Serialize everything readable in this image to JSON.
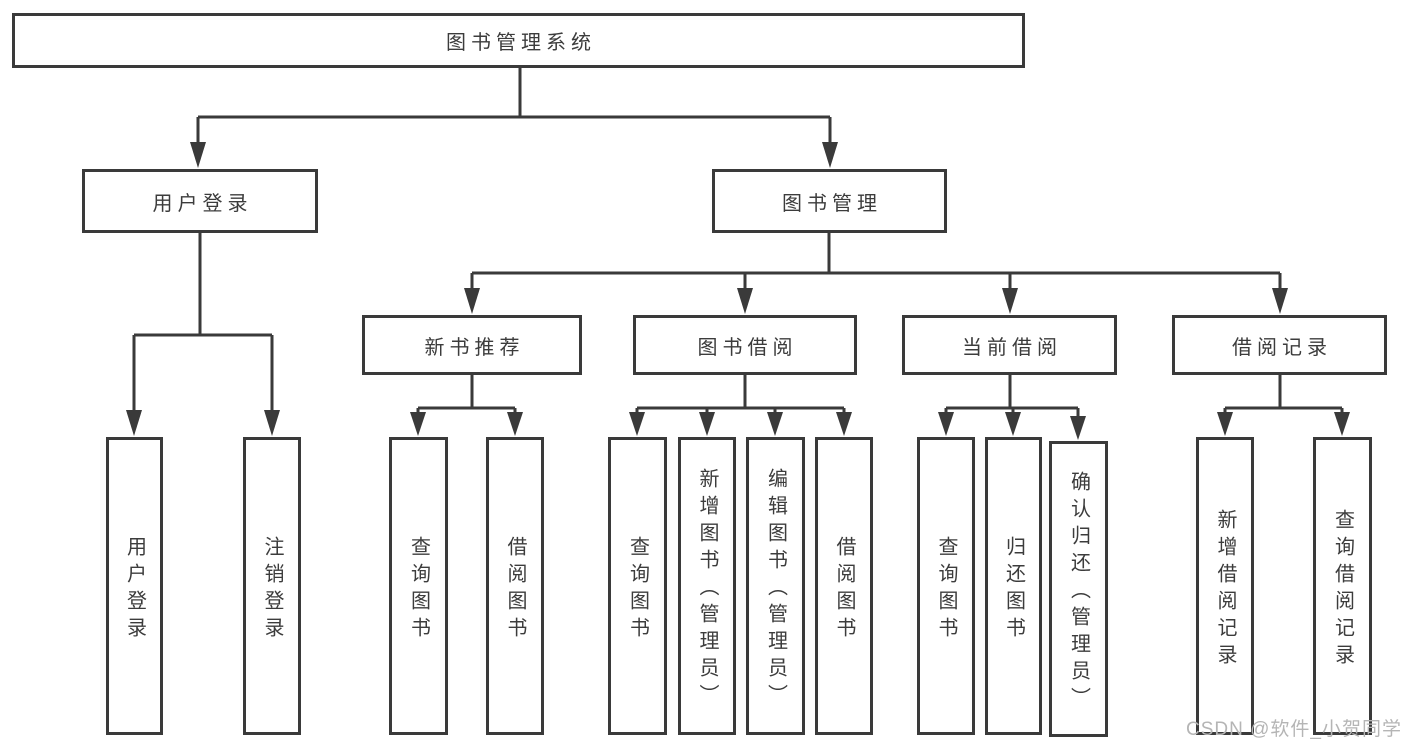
{
  "diagram_title": "图书管理系统",
  "tree": {
    "root": {
      "label": "图书管理系统"
    },
    "branches": [
      {
        "label": "用户登录",
        "children": [
          {
            "label": "用户登录"
          },
          {
            "label": "注销登录"
          }
        ]
      },
      {
        "label": "图书管理",
        "sections": [
          {
            "label": "新书推荐",
            "children": [
              {
                "label": "查询图书"
              },
              {
                "label": "借阅图书"
              }
            ]
          },
          {
            "label": "图书借阅",
            "children": [
              {
                "label": "查询图书"
              },
              {
                "label": "新增图书（管理员）"
              },
              {
                "label": "编辑图书（管理员）"
              },
              {
                "label": "借阅图书"
              }
            ]
          },
          {
            "label": "当前借阅",
            "children": [
              {
                "label": "查询图书"
              },
              {
                "label": "归还图书"
              },
              {
                "label": "确认归还（管理员）"
              }
            ]
          },
          {
            "label": "借阅记录",
            "children": [
              {
                "label": "新增借阅记录"
              },
              {
                "label": "查询借阅记录"
              }
            ]
          }
        ]
      }
    ]
  },
  "watermark": "CSDN @软件_小贺同学",
  "colors": {
    "line": "#3a3a3a",
    "box_border": "#3a3a3a",
    "text": "#3c3c3c",
    "watermark": "#b5b5b5",
    "background": "#ffffff"
  }
}
